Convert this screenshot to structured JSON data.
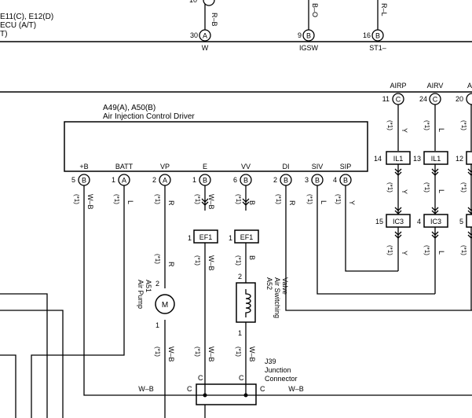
{
  "top": {
    "ecu_label_1": "E11(C), E12(D)",
    "ecu_label_2": "ECU (A/T)",
    "ecu_label_3": "T)",
    "pin_top_1": "10",
    "wire_top_1": "R–B",
    "wire_top_2": "B–O",
    "wire_top_3": "R–L",
    "pins": [
      {
        "num": "30",
        "letter": "A",
        "signal": "W"
      },
      {
        "num": "9",
        "letter": "B",
        "signal": "IGSW"
      },
      {
        "num": "16",
        "letter": "B",
        "signal": "ST1–"
      }
    ]
  },
  "driver": {
    "title_1": "A49(A), A50(B)",
    "title_2": "Air Injection Control Driver",
    "terminals": [
      {
        "name": "+B",
        "num": "5",
        "letter": "B",
        "note": "(*1)",
        "wire": "W–B"
      },
      {
        "name": "BATT",
        "num": "1",
        "letter": "A",
        "note": "(*1)",
        "wire": "L"
      },
      {
        "name": "VP",
        "num": "2",
        "letter": "A",
        "note": "(*1)",
        "wire": "R"
      },
      {
        "name": "E",
        "num": "1",
        "letter": "B",
        "note": "(*1)",
        "wire": "W–B"
      },
      {
        "name": "VV",
        "num": "6",
        "letter": "B",
        "note": "(*1)",
        "wire": "B"
      },
      {
        "name": "DI",
        "num": "2",
        "letter": "B",
        "note": "(*1)",
        "wire": "R"
      },
      {
        "name": "SIV",
        "num": "3",
        "letter": "B",
        "note": "(*1)",
        "wire": "L"
      },
      {
        "name": "SIP",
        "num": "4",
        "letter": "B",
        "note": "(*1)",
        "wire": "Y"
      }
    ]
  },
  "sensors": {
    "items": [
      {
        "name": "AIRP",
        "num": "11",
        "letter": "C",
        "note": "(*1)",
        "wire": "Y"
      },
      {
        "name": "AIRV",
        "num": "24",
        "letter": "C",
        "note": "(*1)",
        "wire": "L"
      },
      {
        "name": "A",
        "num": "20",
        "letter": ""
      }
    ]
  },
  "inline": {
    "il_left": {
      "pin_a": "14",
      "label": "IL1",
      "pin_b": "13"
    },
    "il_right": {
      "label": "IL1",
      "pin": "12"
    },
    "ic_left": {
      "pin": "15",
      "label": "IC3"
    },
    "ic_right": {
      "pin": "4",
      "label": "IC3",
      "pin_b": "5"
    },
    "below_notes": [
      {
        "note": "(*1)",
        "wire": "Y"
      },
      {
        "note": "(*1)",
        "wire": "L"
      },
      {
        "note": "(*1)",
        "wire": "Y"
      },
      {
        "note": "(*1)",
        "wire": "L"
      }
    ]
  },
  "components": {
    "ef1_left": {
      "pin": "1",
      "label": "EF1"
    },
    "ef1_right": {
      "pin": "1",
      "label": "EF1"
    },
    "ef_notes": [
      {
        "note": "(*1)",
        "wire": "W–B"
      },
      {
        "note": "(*1)",
        "wire": "B"
      }
    ],
    "pump": {
      "code": "A51",
      "name": "Air Pump",
      "pin_top": "2",
      "pin_bottom": "1",
      "motor": "M",
      "note": "(*1)",
      "wire": "R"
    },
    "valve": {
      "code": "A52",
      "name_1": "Air Switching",
      "name_2": "Valve",
      "pin_top": "2",
      "pin_bottom": "1"
    },
    "bottom_notes": [
      {
        "note": "(*1)",
        "wire": "W–B"
      },
      {
        "note": "(*1)",
        "wire": "W–B"
      },
      {
        "note": "(*1)",
        "wire": "W–B"
      }
    ]
  },
  "junction": {
    "code": "J39",
    "name_1": "Junction",
    "name_2": "Connector",
    "pins": [
      "C",
      "C",
      "C",
      "C"
    ],
    "wire_left": "W–B",
    "wire_right": "W–B"
  }
}
